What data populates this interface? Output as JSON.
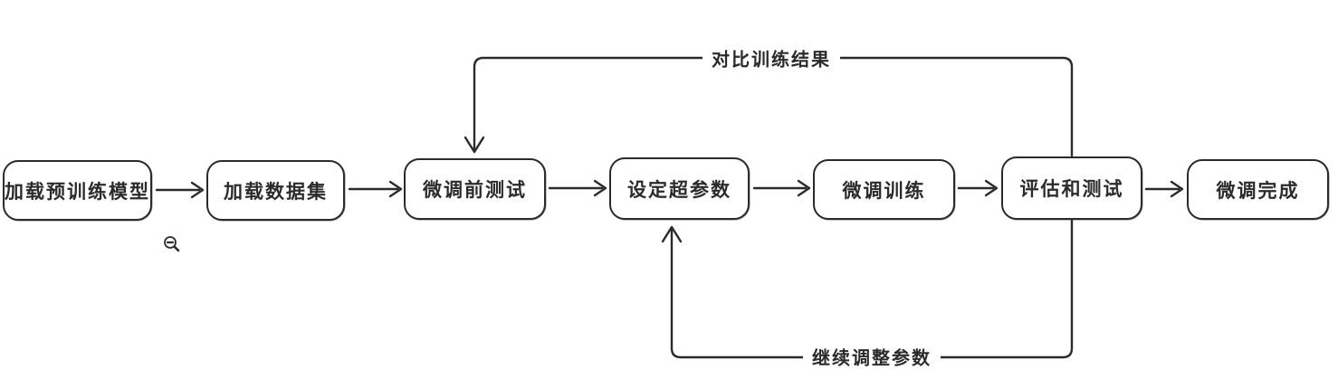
{
  "diagram": {
    "type": "flowchart",
    "background_color": "#ffffff",
    "stroke_color": "#2b2b2b",
    "nodes": [
      {
        "id": "load-pretrained-model",
        "label": "加载预训练模型"
      },
      {
        "id": "load-dataset",
        "label": "加载数据集"
      },
      {
        "id": "pre-finetune-test",
        "label": "微调前测试"
      },
      {
        "id": "set-hyperparameters",
        "label": "设定超参数"
      },
      {
        "id": "finetune-training",
        "label": "微调训练"
      },
      {
        "id": "evaluate-and-test",
        "label": "评估和测试"
      },
      {
        "id": "finetune-complete",
        "label": "微调完成"
      }
    ],
    "flow_edges": [
      {
        "from": "加载预训练模型",
        "to": "加载数据集"
      },
      {
        "from": "加载数据集",
        "to": "微调前测试"
      },
      {
        "from": "微调前测试",
        "to": "设定超参数"
      },
      {
        "from": "设定超参数",
        "to": "微调训练"
      },
      {
        "from": "微调训练",
        "to": "评估和测试"
      },
      {
        "from": "评估和测试",
        "to": "微调完成"
      }
    ],
    "feedback_edges": [
      {
        "label": "对比训练结果",
        "from": "评估和测试",
        "to": "微调前测试",
        "position": "top"
      },
      {
        "label": "继续调整参数",
        "from": "评估和测试",
        "to": "设定超参数",
        "position": "bottom"
      }
    ],
    "icons": [
      {
        "name": "zoom-out-cursor"
      }
    ]
  }
}
